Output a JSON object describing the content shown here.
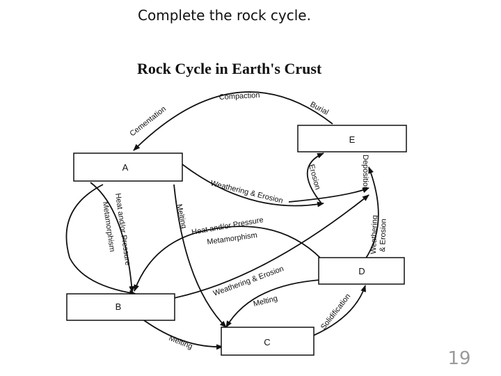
{
  "slide": {
    "heading": "Complete the rock cycle.",
    "page_number": "19"
  },
  "diagram": {
    "title": "Rock Cycle in Earth's Crust",
    "boxes": {
      "a": "A",
      "b": "B",
      "c": "C",
      "d": "D",
      "e": "E"
    },
    "labels": {
      "compaction": "Compaction",
      "cementation": "Cementation",
      "burial": "Burial",
      "erosion": "Erosion",
      "deposition": "Deposition",
      "weathering_erosion_a": "Weathering & Erosion",
      "heat_pressure_left": "Heat and/or Pressure",
      "metamorphism_left": "Metamorphism",
      "melting_a": "Melting",
      "heat_pressure_mid": "Heat and/or Pressure",
      "metamorphism_mid": "Metamorphism",
      "weathering_right_1": "Weathering",
      "weathering_right_2": "& Erosion",
      "weathering_erosion_b": "Weathering & Erosion",
      "melting_d": "Melting",
      "solidification": "Solidification",
      "melting_b": "Melting"
    }
  }
}
